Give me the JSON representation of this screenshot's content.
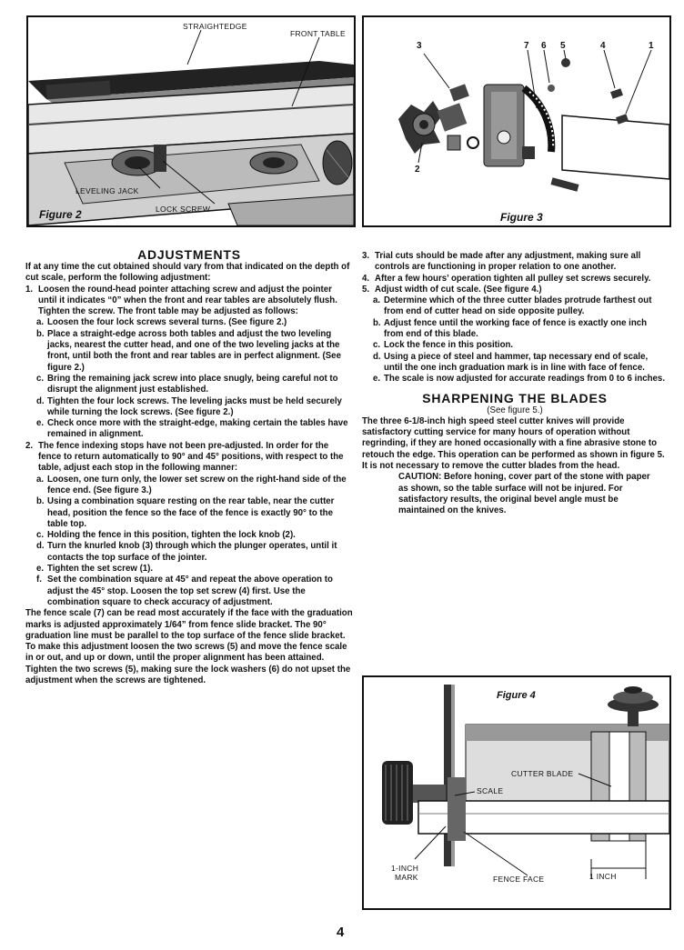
{
  "figure2": {
    "caption": "Figure 2",
    "labels": {
      "straightedge": "STRAIGHTEDGE",
      "front_table": "FRONT TABLE",
      "leveling_jack": "LEVELING JACK",
      "lock_screw": "LOCK SCREW"
    }
  },
  "figure3": {
    "caption": "Figure 3",
    "callouts": [
      "3",
      "7",
      "6",
      "5",
      "4",
      "1",
      "2"
    ]
  },
  "figure4": {
    "caption": "Figure 4",
    "labels": {
      "cutter_blade": "CUTTER BLADE",
      "scale": "SCALE",
      "one_inch_mark_1": "1-INCH",
      "one_inch_mark_2": "MARK",
      "fence_face": "FENCE FACE",
      "one_inch": "1 INCH"
    }
  },
  "adjustments": {
    "title": "ADJUSTMENTS",
    "intro": "If at any time the cut obtained should vary from that indicated on the depth of cut scale, perform the following adjustment:",
    "step1": {
      "num": "1.",
      "text": "Loosen the round-head pointer attaching screw and adjust the pointer until it indicates “0” when the front and rear tables are absolutely flush. Tighten the screw. The front table may be adjusted as follows:",
      "a": {
        "n": "a.",
        "t": "Loosen the four lock screws several turns. (See figure 2.)"
      },
      "b": {
        "n": "b.",
        "t": "Place a straight-edge across both tables and adjust the two leveling jacks, nearest the cutter head, and one of the two leveling jacks at the front, until both the front and rear tables are in perfect alignment. (See figure 2.)"
      },
      "c": {
        "n": "c.",
        "t": "Bring the remaining jack screw into place snugly, being careful not to disrupt the alignment just established."
      },
      "d": {
        "n": "d.",
        "t": "Tighten the four lock screws. The leveling jacks must be held securely while turning the lock screws. (See figure 2.)"
      },
      "e": {
        "n": "e.",
        "t": "Check once more with the straight-edge, making certain the tables have remained in alignment."
      }
    },
    "step2": {
      "num": "2.",
      "text": "The fence indexing stops have not been pre-adjusted. In order for the fence to return automatically to 90° and 45° positions, with respect to the table, adjust each stop in the following manner:",
      "a": {
        "n": "a.",
        "t": "Loosen, one turn only, the lower set screw on the right-hand side of the fence end. (See figure 3.)"
      },
      "b": {
        "n": "b.",
        "t": "Using a combination square resting on the rear table, near the cutter head, position the fence so the face of the fence is exactly 90° to the table top."
      },
      "c": {
        "n": "c.",
        "t": "Holding the fence in this position, tighten the lock knob (2)."
      },
      "d": {
        "n": "d.",
        "t": "Turn the knurled knob (3) through which the plunger operates, until it contacts the top surface of the jointer."
      },
      "e": {
        "n": "e.",
        "t": "Tighten the set screw (1)."
      },
      "f": {
        "n": "f.",
        "t": "Set the combination square at 45° and repeat the above operation to adjust the 45° stop. Loosen the top set screw (4) first. Use the combination square to check accuracy of adjustment."
      }
    },
    "fence_scale_para": "The fence scale (7) can be read most accurately if the face with the graduation marks is adjusted approximately 1/64” from fence slide bracket. The 90° graduation line must be parallel to the top surface of the fence slide bracket. To make this adjustment loosen the two screws (5) and move the fence scale in or out, and up or down, until the proper alignment has been attained. Tighten the two screws (5), making sure the lock washers (6) do not upset the adjustment when the screws are tightened."
  },
  "right_col": {
    "step3": {
      "num": "3.",
      "t": "Trial cuts should be made after any adjustment, making sure all controls are functioning in proper relation to one another."
    },
    "step4": {
      "num": "4.",
      "t": "After a few hours’ operation tighten all pulley set screws securely."
    },
    "step5": {
      "num": "5.",
      "t": "Adjust width of cut scale. (See figure 4.)",
      "a": {
        "n": "a.",
        "t": "Determine which of the three cutter blades protrude farthest out from end of cutter head on side opposite pulley."
      },
      "b": {
        "n": "b.",
        "t": "Adjust fence until the working face of fence is exactly one inch from end of this blade."
      },
      "c": {
        "n": "c.",
        "t": "Lock the fence in this position."
      },
      "d": {
        "n": "d.",
        "t": "Using a piece of steel and hammer, tap necessary end of scale, until the one inch graduation mark is in line with face of fence."
      },
      "e": {
        "n": "e.",
        "t": "The scale is now adjusted for accurate readings from 0 to 6 inches."
      }
    }
  },
  "sharpening": {
    "title": "SHARPENING THE BLADES",
    "subtitle": "(See figure 5.)",
    "para": "The three 6-1/8-inch high speed steel cutter knives will provide satisfactory cutting service for many hours of operation without regrinding, if they are honed occasionally with a fine abrasive stone to retouch the edge. This operation can be performed as shown in figure 5. It is not necessary to remove the cutter blades from the head.",
    "caution": "CAUTION: Before honing, cover part of the stone with paper as shown, so the table surface will not be injured. For satisfactory results, the original bevel angle must be maintained on the knives."
  },
  "page_number": "4"
}
